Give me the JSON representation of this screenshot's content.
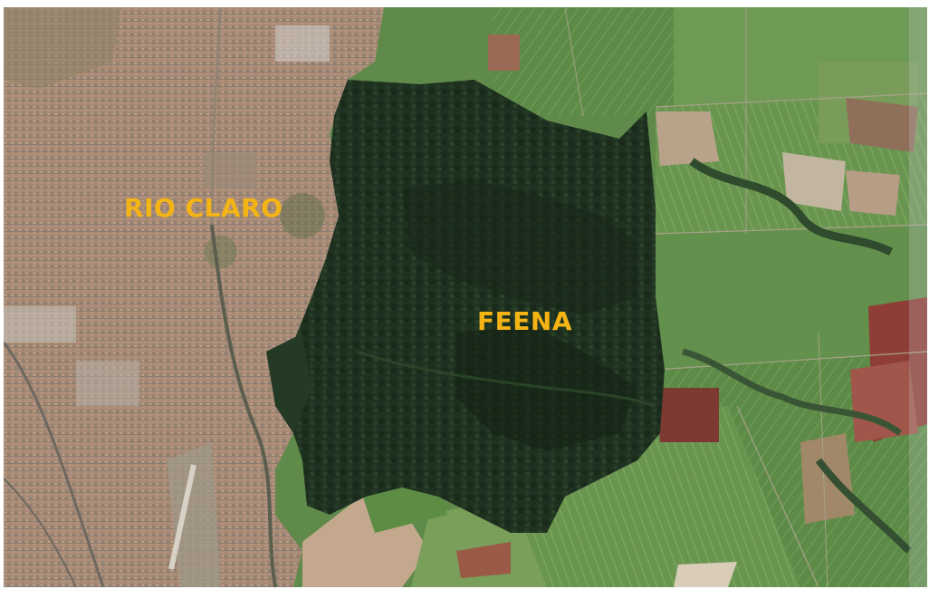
{
  "map": {
    "labels": {
      "city": "RIO CLARO",
      "forest": "FEENA"
    },
    "colors": {
      "label_text": "#f5b415",
      "forest": "#1f3320",
      "urban": "#a48a74",
      "farmland": "#5f8a4a"
    },
    "regions": [
      "urban-area",
      "forest-reserve",
      "farmland"
    ]
  }
}
